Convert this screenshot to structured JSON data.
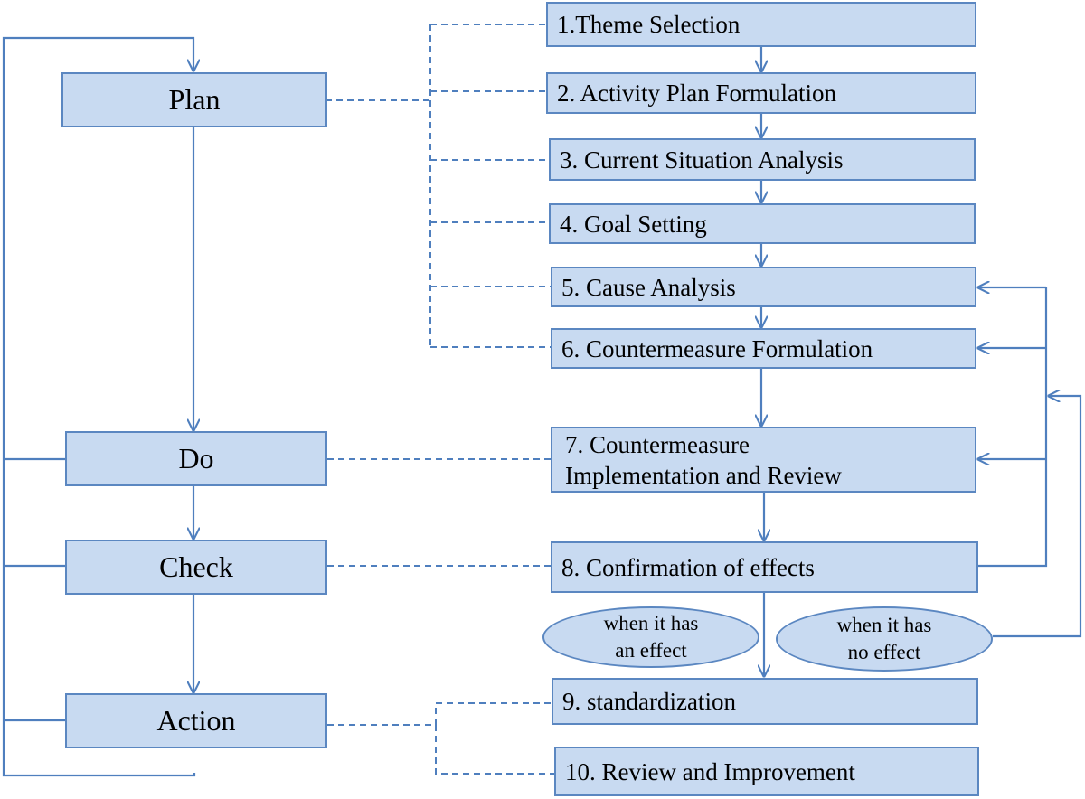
{
  "phases": {
    "plan": "Plan",
    "do": "Do",
    "check": "Check",
    "action": "Action"
  },
  "steps": {
    "s1": "1.Theme Selection",
    "s2": "2. Activity Plan Formulation",
    "s3": "3. Current Situation Analysis",
    "s4": "4. Goal Setting",
    "s5": "5. Cause Analysis",
    "s6": "6. Countermeasure Formulation",
    "s7_line1": "7. Countermeasure",
    "s7_line2": "Implementation and Review",
    "s8": "8. Confirmation of effects",
    "s9": "9. standardization",
    "s10": "10. Review and Improvement"
  },
  "conditions": {
    "effect_line1": "when it has",
    "effect_line2": "an effect",
    "no_effect_line1": "when it has",
    "no_effect_line2": "no effect"
  }
}
